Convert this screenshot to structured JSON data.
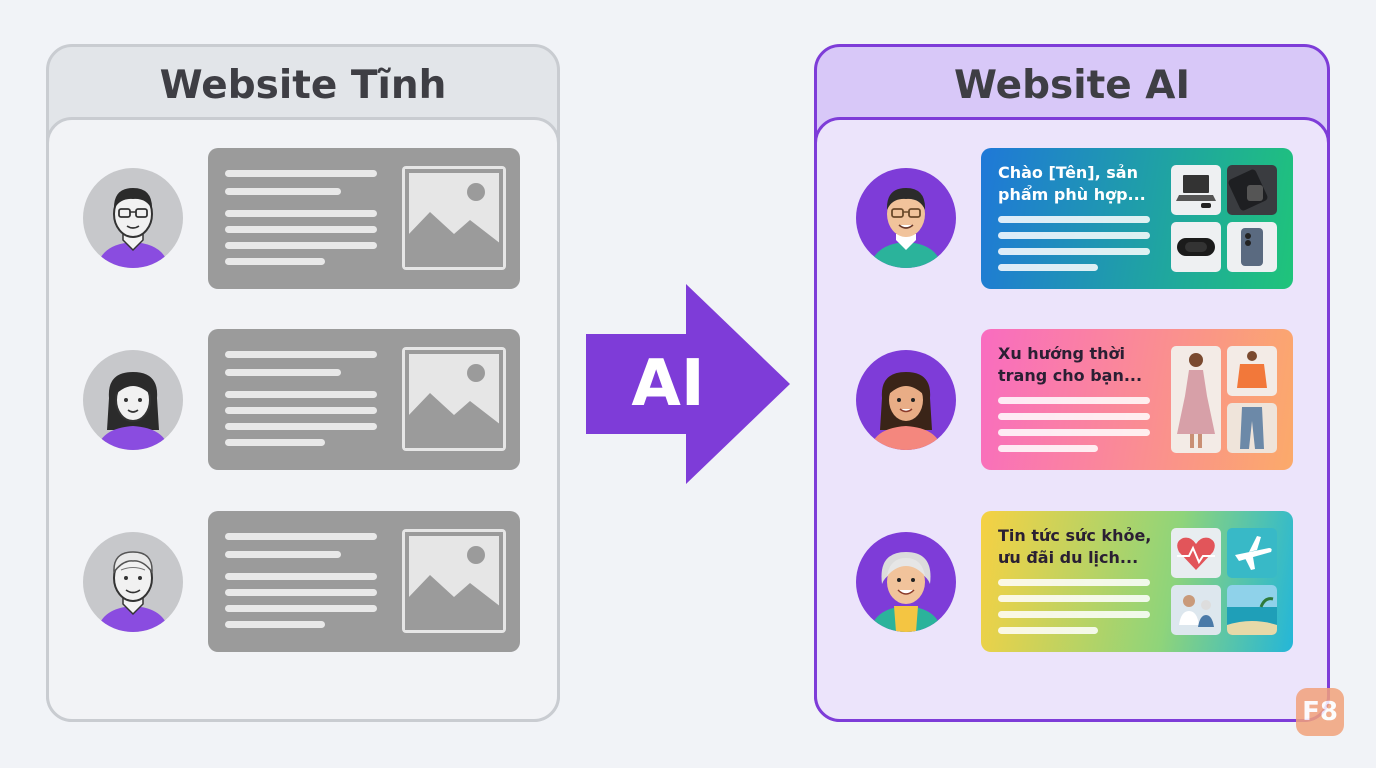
{
  "left_panel": {
    "title": "Website Tĩnh"
  },
  "right_panel": {
    "title": "Website AI",
    "cards": [
      {
        "text": "Chào [Tên], sản phẩm phù hợp..."
      },
      {
        "text": "Xu hướng thời trang cho bạn..."
      },
      {
        "text": "Tin tức sức khỏe, ưu đãi du lịch..."
      }
    ]
  },
  "arrow": {
    "label": "AI"
  },
  "badge": {
    "text": "F8"
  },
  "colors": {
    "accent_purple": "#7e3cd8",
    "grey_card": "#9b9b9b",
    "card1_gradient": [
      "#1f78d8",
      "#1fc47a"
    ],
    "card2_gradient": [
      "#f96cc0",
      "#fbaa6a"
    ],
    "card3_gradient": [
      "#f6d143",
      "#24b6d8"
    ]
  },
  "icons": [
    "user-avatar-icon",
    "image-placeholder-icon",
    "laptop-icon",
    "watch-icon",
    "speaker-icon",
    "phone-icon",
    "dress-icon",
    "shirt-icon",
    "jeans-icon",
    "heart-icon",
    "airplane-icon",
    "doctor-icon",
    "beach-icon"
  ]
}
